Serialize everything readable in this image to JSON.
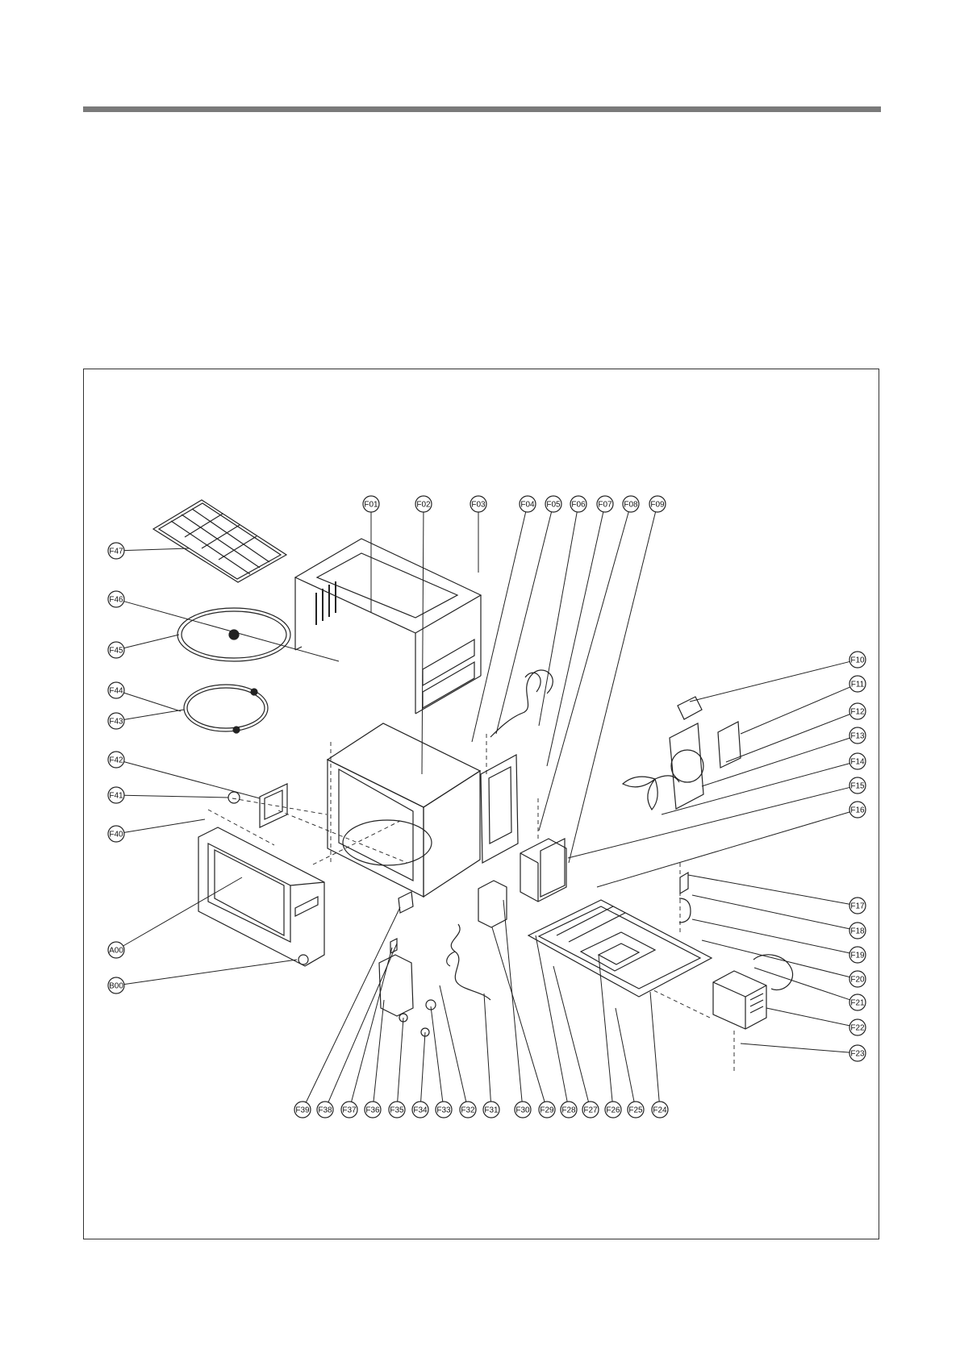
{
  "colors": {
    "rule": "#7a7a7a",
    "line": "#222222",
    "paper": "#ffffff"
  },
  "callouts": {
    "top": [
      "F01",
      "F02",
      "F03",
      "F04",
      "F05",
      "F06",
      "F07",
      "F08",
      "F09"
    ],
    "right": [
      "F10",
      "F11",
      "F12",
      "F13",
      "F14",
      "F15",
      "F16",
      "F17",
      "F18",
      "F19",
      "F20",
      "F21",
      "F22",
      "F23"
    ],
    "bottom": [
      "F39",
      "F38",
      "F37",
      "F36",
      "F35",
      "F34",
      "F33",
      "F32",
      "F31",
      "F30",
      "F29",
      "F28",
      "F27",
      "F26",
      "F25",
      "F24"
    ],
    "left": [
      "F47",
      "F46",
      "F45",
      "F44",
      "F43",
      "F42",
      "F41",
      "F40",
      "A00",
      "B00"
    ]
  }
}
